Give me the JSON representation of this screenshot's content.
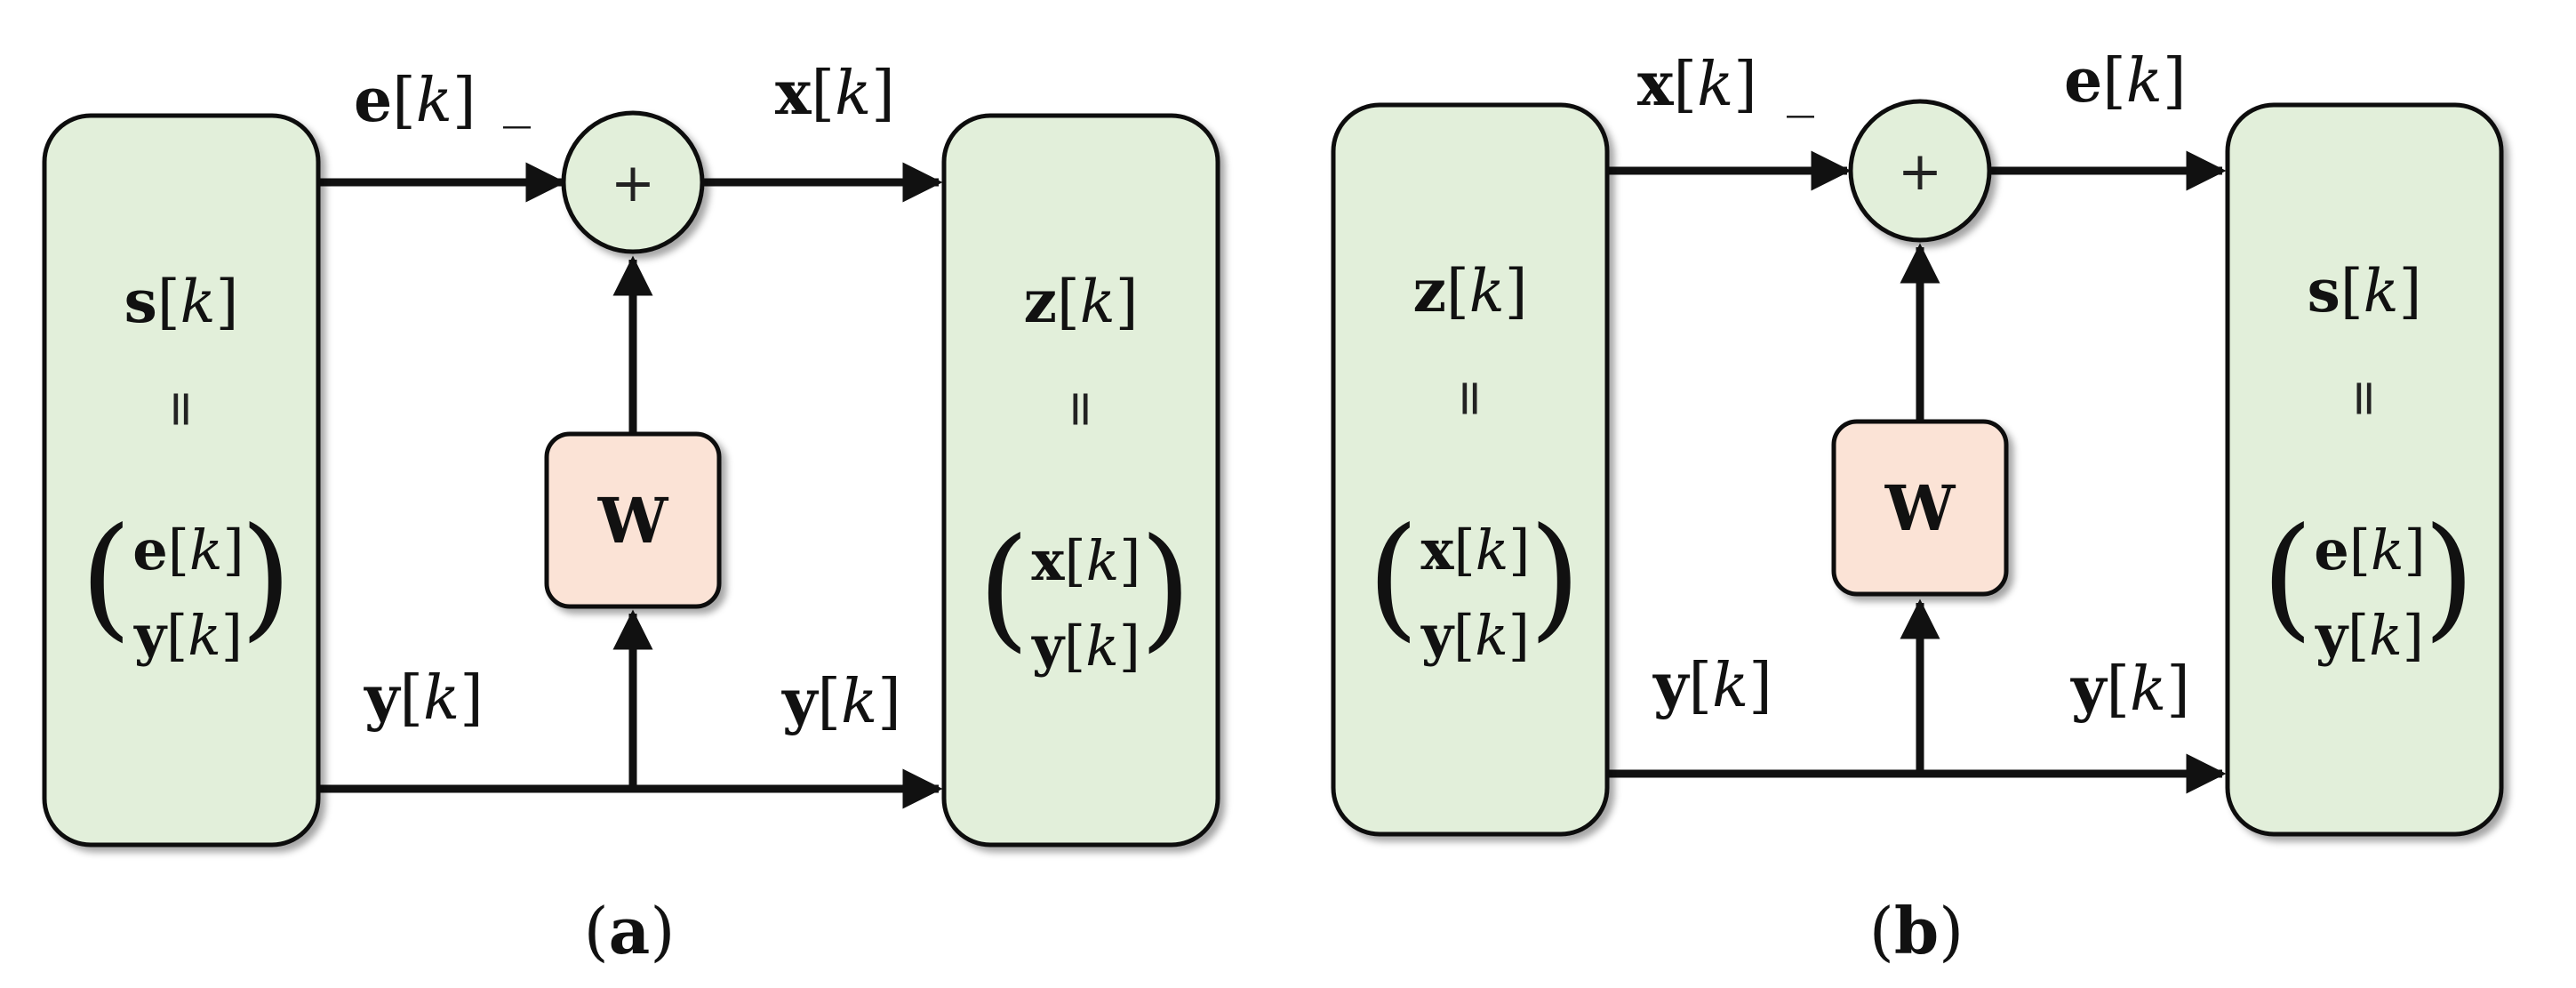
{
  "colors": {
    "block_fill": "#e2efda",
    "weight_fill": "#fbe3d6",
    "stroke": "#111111"
  },
  "panels": [
    {
      "caption": "(a)",
      "left_block": {
        "name": "s",
        "eq": "=",
        "top": "e",
        "bottom": "y"
      },
      "right_block": {
        "name": "z",
        "eq": "=",
        "top": "x",
        "bottom": "y"
      },
      "top_in_label": "e",
      "minus_sign": "_",
      "top_out_label": "x",
      "bottom_in_label": "y",
      "bottom_out_label": "y",
      "sum_symbol": "+",
      "weight_label": "W"
    },
    {
      "caption": "(b)",
      "left_block": {
        "name": "z",
        "eq": "=",
        "top": "x",
        "bottom": "y"
      },
      "right_block": {
        "name": "s",
        "eq": "=",
        "top": "e",
        "bottom": "y"
      },
      "top_in_label": "x",
      "minus_sign": "_",
      "top_out_label": "e",
      "bottom_in_label": "y",
      "bottom_out_label": "y",
      "sum_symbol": "+",
      "weight_label": "W"
    }
  ],
  "index_var": "k"
}
